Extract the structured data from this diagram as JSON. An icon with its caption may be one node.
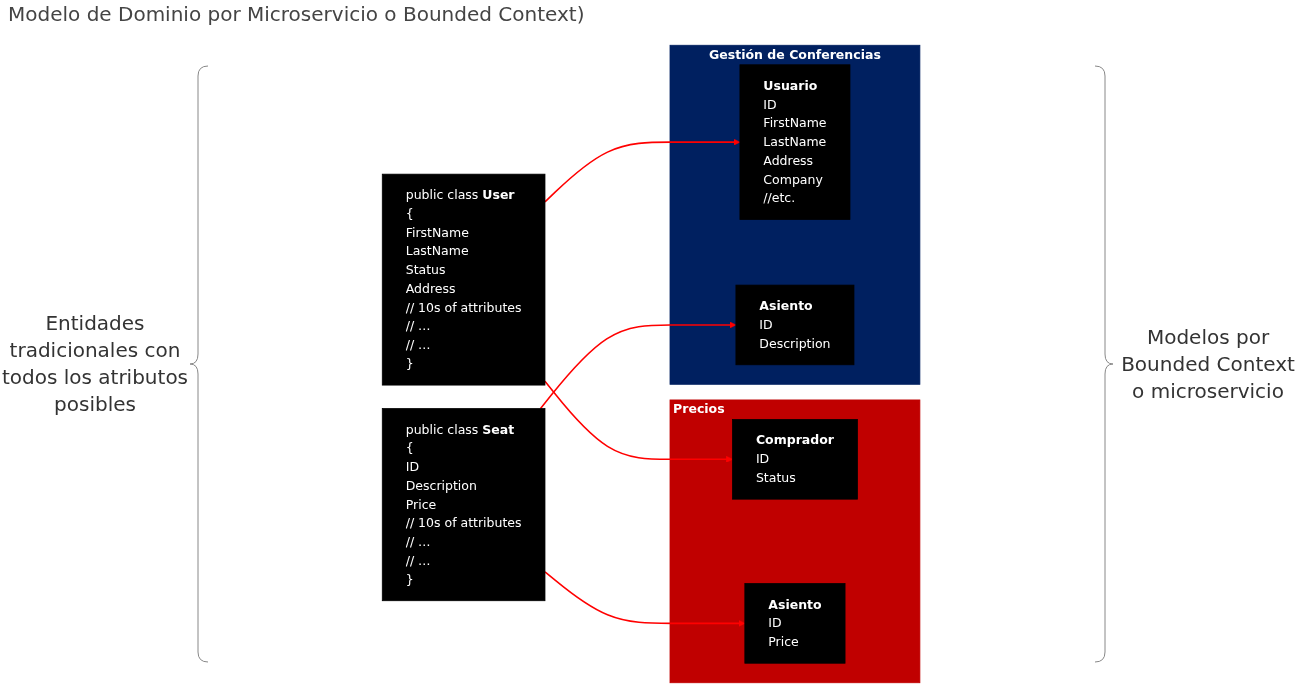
{
  "diagram": {
    "title": "Modelo de Dominio por Microservicio o Bounded Context)",
    "nodes": [
      {
        "text": [
          "public class **User**",
          "{",
          "FirstName",
          "LastName",
          "Status",
          "Address",
          "// 10s of attributes",
          "// …",
          "// …",
          "}"
        ]
      },
      {
        "text": [
          "public class **Seat**",
          "{",
          "ID",
          "Description",
          "Price",
          "// 10s of attributes",
          "// …",
          "// …",
          "}"
        ]
      },
      {
        "text": [
          "Gestión de Conferencias"
        ]
      },
      {
        "text": [
          "Usuario",
          "ID",
          "FirstName",
          "LastName",
          "Address",
          "Company",
          "//etc."
        ],
        "in": 2
      },
      {
        "text": [
          "Asiento",
          "ID",
          "Description"
        ],
        "in": 2
      },
      {
        "text": [
          "Precios"
        ]
      },
      {
        "text": [
          "Comprador",
          "ID",
          "Status"
        ],
        "in": 5
      },
      {
        "text": [
          "Asiento",
          "ID",
          "Price"
        ],
        "in": 5
      }
    ],
    "edges": [
      {
        "from": 0,
        "to": 3,
        "arrow": "to"
      },
      {
        "from": 0,
        "to": 6,
        "arrow": "to"
      },
      {
        "from": 1,
        "to": 4,
        "arrow": "to"
      },
      {
        "from": 1,
        "to": 7,
        "arrow": "to"
      }
    ],
    "labels": [
      "Entidades tradicionales con todos los atributos posibles",
      "Modelos por Bounded Context o microservicio"
    ]
  }
}
